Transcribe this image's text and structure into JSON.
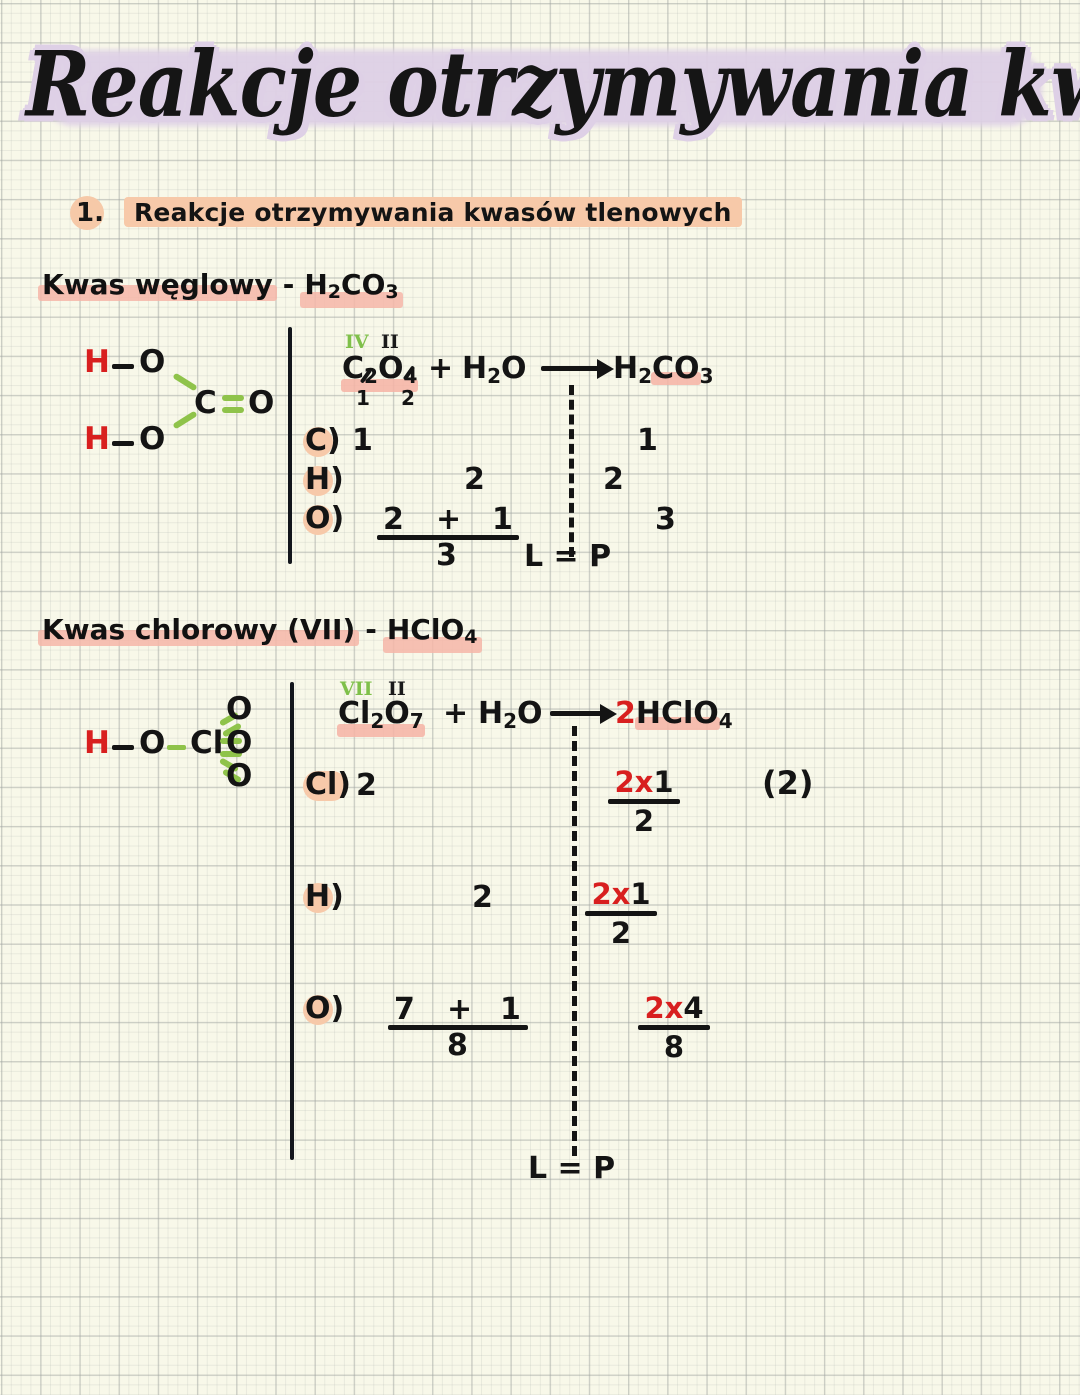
{
  "page": {
    "title": "Reakcje otrzymywania kwasów",
    "background_color": "#f8f8e9",
    "grid_line_color": "#a0a4a0",
    "accent_peach": "#f7c9a9",
    "accent_pink": "#f6b3a4",
    "accent_lavender": "#ded0e6",
    "accent_red": "#d81f1f",
    "accent_green": "#8fc34a"
  },
  "section1": {
    "number": "1.",
    "title": "Reakcje otrzymywania kwasów tlenowych"
  },
  "compound1": {
    "heading_prefix": "Kwas węglowy",
    "heading_dash": "-",
    "formula_main": "H",
    "formula_sub1": "2",
    "formula_mid": "CO",
    "formula_sub2": "3",
    "structure": {
      "atom_h_top": "H",
      "dash_top": "-",
      "atom_o_top": "O",
      "atom_h_bottom": "H",
      "dash_bottom": "-",
      "atom_o_bottom": "O",
      "atom_c": "C",
      "atom_o_right": "O"
    },
    "equation": {
      "oxidation_left": "IV",
      "oxidation_right": "II",
      "reactant1": "C",
      "reactant1_sub_old": "2",
      "reactant1_sub_new": "1",
      "reactant1_o": "O",
      "reactant1_o_sub_old": "4",
      "reactant1_o_sub_new": "2",
      "plus": "+",
      "reactant2": "H",
      "reactant2_sub": "2",
      "reactant2_o": "O",
      "product": "H",
      "product_sub1": "2",
      "product_mid": "CO",
      "product_sub2": "3"
    },
    "balance": {
      "rows": [
        {
          "label": "C)",
          "left": "1",
          "right": "1"
        },
        {
          "label": "H)",
          "left": "2",
          "right": "2"
        },
        {
          "label": "O)",
          "left_a": "2",
          "left_plus": "+",
          "left_b": "1",
          "left_sum": "3",
          "right": "3"
        }
      ],
      "conclusion": "L = P"
    }
  },
  "compound2": {
    "heading_prefix": "Kwas chlorowy (VII)",
    "heading_dash": "-",
    "formula_main": "HClO",
    "formula_sub": "4",
    "structure": {
      "atom_h": "H",
      "dash1": "-",
      "atom_o": "O",
      "dash2": "-",
      "atom_cl": "Cl",
      "atom_o_top": "O",
      "atom_o_mid": "O",
      "atom_o_bot": "O"
    },
    "equation": {
      "oxidation_left": "VII",
      "oxidation_right": "II",
      "reactant1": "Cl",
      "reactant1_sub": "2",
      "reactant1_o": "O",
      "reactant1_o_sub": "7",
      "plus": "+",
      "reactant2": "H",
      "reactant2_sub": "2",
      "reactant2_o": "O",
      "product_coef": "2",
      "product": "HClO",
      "product_sub": "4"
    },
    "balance": {
      "rows": [
        {
          "label": "Cl)",
          "left": "2",
          "right_top_red": "2x",
          "right_top_black": "1",
          "right_bottom": "2",
          "note": "(2)"
        },
        {
          "label": "H)",
          "left": "2",
          "right_top_red": "2x",
          "right_top_black": "1",
          "right_bottom": "2"
        },
        {
          "label": "O)",
          "left_a": "7",
          "left_plus": "+",
          "left_b": "1",
          "left_sum": "8",
          "right_top_red": "2x",
          "right_top_black": "4",
          "right_bottom": "8"
        }
      ],
      "conclusion": "L = P"
    }
  }
}
